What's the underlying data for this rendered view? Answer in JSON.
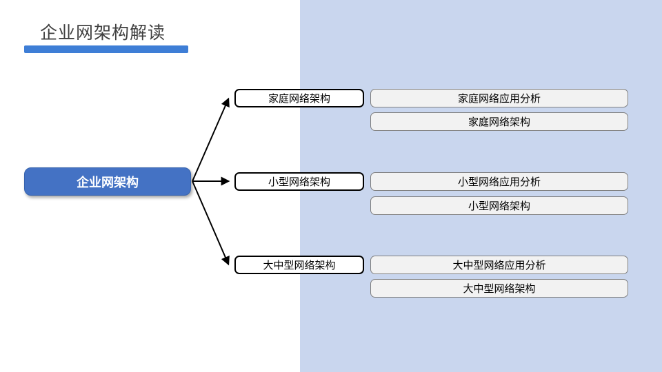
{
  "colors": {
    "accent": "#3E7ED6",
    "panel": "#C9D6EE",
    "root-fill": "#4472C4",
    "title-text": "#404040"
  },
  "slide": {
    "title": "企业网架构解读"
  },
  "diagram": {
    "root": {
      "label": "企业网架构"
    },
    "branches": [
      {
        "label": "家庭网络架构",
        "leaves": [
          "家庭网络应用分析",
          "家庭网络架构"
        ]
      },
      {
        "label": "小型网络架构",
        "leaves": [
          "小型网络应用分析",
          "小型网络架构"
        ]
      },
      {
        "label": "大中型网络架构",
        "leaves": [
          "大中型网络应用分析",
          "大中型网络架构"
        ]
      }
    ]
  }
}
